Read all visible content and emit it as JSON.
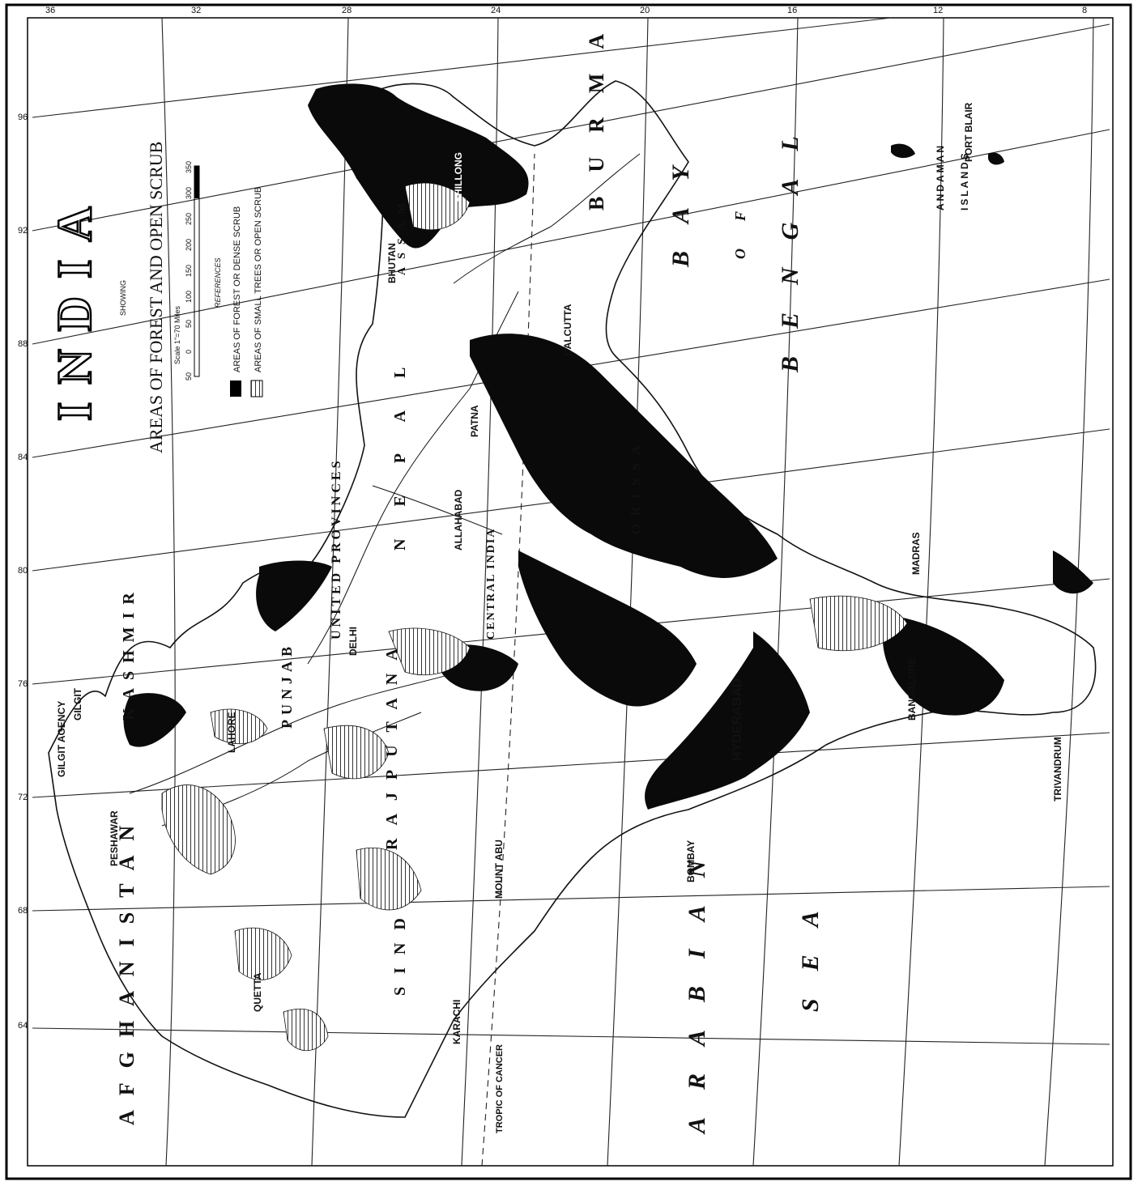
{
  "map": {
    "title": "INDIA",
    "showing": "SHOWING",
    "subtitle": "AREAS OF FOREST AND OPEN SCRUB",
    "scale": "Scale 1\"=70 Miles",
    "scale_ticks": [
      "50",
      "0",
      "50",
      "100",
      "150",
      "200",
      "250",
      "300",
      "350"
    ],
    "references_label": "REFERENCES",
    "legend": [
      {
        "label": "AREAS OF FOREST OR DENSE SCRUB",
        "icon": "solid-black-swatch"
      },
      {
        "label": "AREAS OF SMALL TREES OR OPEN SCRUB",
        "icon": "hatched-swatch"
      }
    ],
    "longitudes": [
      "64",
      "68",
      "72",
      "76",
      "80",
      "84",
      "88",
      "92",
      "96"
    ],
    "latitudes": [
      "36",
      "32",
      "28",
      "24",
      "20",
      "16",
      "12",
      "8"
    ],
    "tropic": "TROPIC OF CANCER",
    "places": {
      "gilgit": "GILGIT",
      "gilgit_agency": "GILGIT AGENCY",
      "peshawar": "PESHAWAR",
      "lahore": "LAHORE",
      "delhi": "DELHI",
      "quetta": "QUETTA",
      "karachi": "KARACHI",
      "mount_abu": "MOUNT ABU",
      "bombay": "BOMBAY",
      "hyderabad": "HYDERABAD",
      "bangalore": "BANGALORE",
      "madras": "MADRAS",
      "trivandrum": "TRIVANDRUM",
      "allahabad": "ALLAHABAD",
      "patna": "PATNA",
      "calcutta": "CALCUTTA",
      "shillong": "SHILLONG",
      "bhutan": "BHUTAN",
      "port_blair": "PORT BLAIR",
      "andaman": "ANDAMAN",
      "islands": "ISLANDS"
    },
    "regions": {
      "afghanistan": "AFGHANISTAN",
      "kashmir": "KASHMIR",
      "nepal": "NEPAL",
      "burma": "BURMA",
      "bay": "BAY",
      "of": "OF",
      "bengal": "BENGAL",
      "arabian": "ARABIAN",
      "sea": "SEA",
      "punjab": "PUNJAB",
      "rajputana": "RAJPUTANA",
      "sind": "SIND",
      "central_india": "CENTRAL INDIA",
      "united_provinces": "UNITED PROVINCES",
      "assam": "ASSAM",
      "orissa": "ORISSA"
    }
  }
}
